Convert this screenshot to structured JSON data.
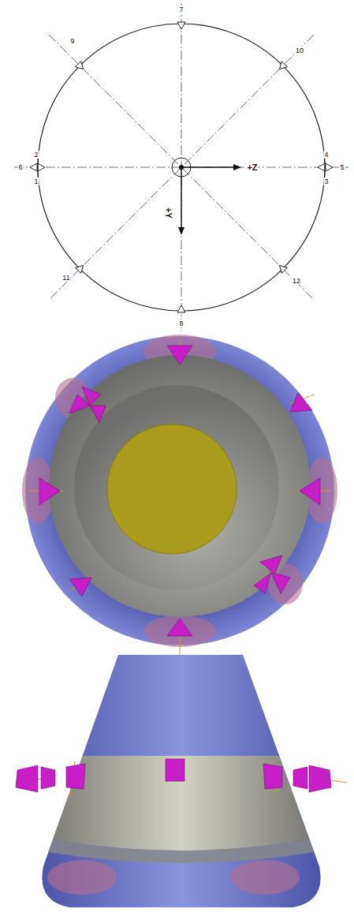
{
  "diagram": {
    "labels": [
      "7",
      "9",
      "10",
      "2",
      "6",
      "1",
      "4",
      "5",
      "3",
      "+Z",
      "+Y",
      "11",
      "12",
      "8"
    ]
  }
}
